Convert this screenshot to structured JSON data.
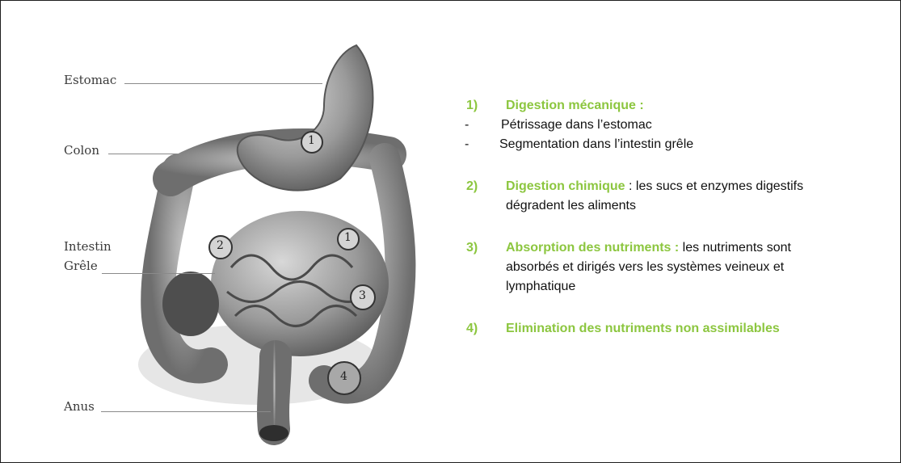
{
  "labels": {
    "estomac": "Estomac",
    "colon": "Colon",
    "intestin_line1": "Intestin",
    "intestin_line2": "Grêle",
    "anus": "Anus"
  },
  "markers": [
    "1",
    "1",
    "2",
    "3",
    "4"
  ],
  "steps": [
    {
      "number": "1)",
      "title": "Digestion mécanique :",
      "bullets": [
        "Pétrissage dans l’estomac",
        "Segmentation dans l’intestin grêle"
      ],
      "bullet_symbol": "-"
    },
    {
      "number": "2)",
      "title": "Digestion chimique",
      "tail": " : les sucs et enzymes digestifs",
      "continuation": [
        "dégradent les aliments"
      ]
    },
    {
      "number": "3)",
      "title": "Absorption des nutriments :",
      "tail": " les nutriments sont",
      "continuation": [
        "absorbés et dirigés vers les systèmes veineux et",
        "lymphatique"
      ]
    },
    {
      "number": "4)",
      "title": "Elimination des nutriments non assimilables"
    }
  ],
  "colors": {
    "accent": "#8cc63f",
    "text": "#111111",
    "organ": "#9a9a9a"
  }
}
